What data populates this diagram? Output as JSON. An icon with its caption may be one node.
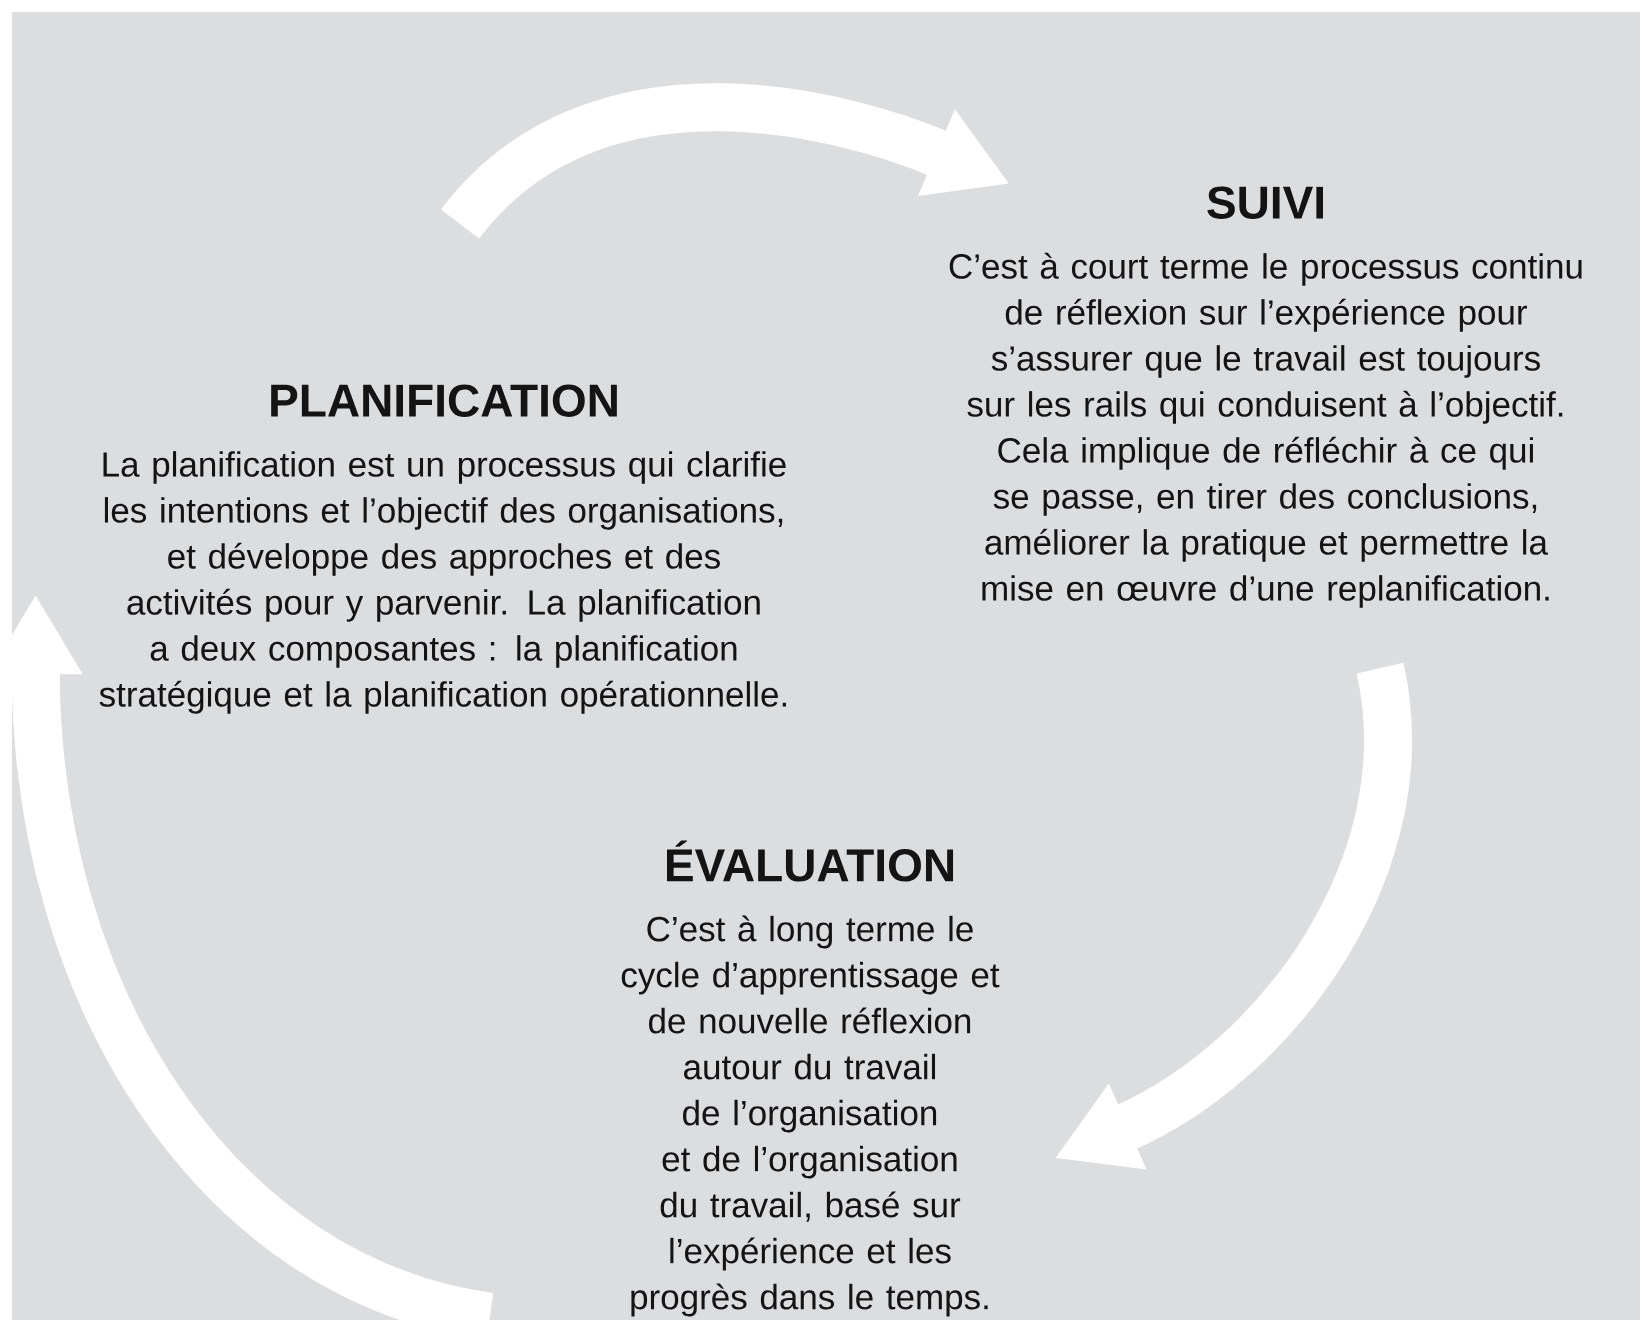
{
  "diagram": {
    "nodes": [
      {
        "text": [
          "PLANIFICATION",
          "La planification est un processus qui clarifie les intentions et l’objectif des organisations, et développe des approches et des activités pour y parvenir. La planification a deux composantes : la planification stratégique et la planification opérationnelle."
        ]
      },
      {
        "text": [
          "SUIVI",
          "C’est à court terme le processus continu de réflexion sur l’expérience pour s’assurer que le travail est toujours sur les rails qui conduisent à l’objectif. Cela implique de réfléchir à ce qui se passe, en tirer des conclusions, améliorer la pratique et permettre la mise en œuvre d’une replanification."
        ]
      },
      {
        "text": [
          "ÉVALUATION",
          "C’est à long terme le cycle d’apprentissage  et de nouvelle réflexion autour du travail de l’organisation et de l’organisation du travail, basé sur l’expérience et les progrès dans le temps."
        ]
      }
    ],
    "edges": [
      {
        "from": 0,
        "to": 1,
        "arrow": "to"
      },
      {
        "from": 1,
        "to": 2,
        "arrow": "to"
      },
      {
        "from": 2,
        "to": 0,
        "arrow": "to"
      }
    ]
  }
}
